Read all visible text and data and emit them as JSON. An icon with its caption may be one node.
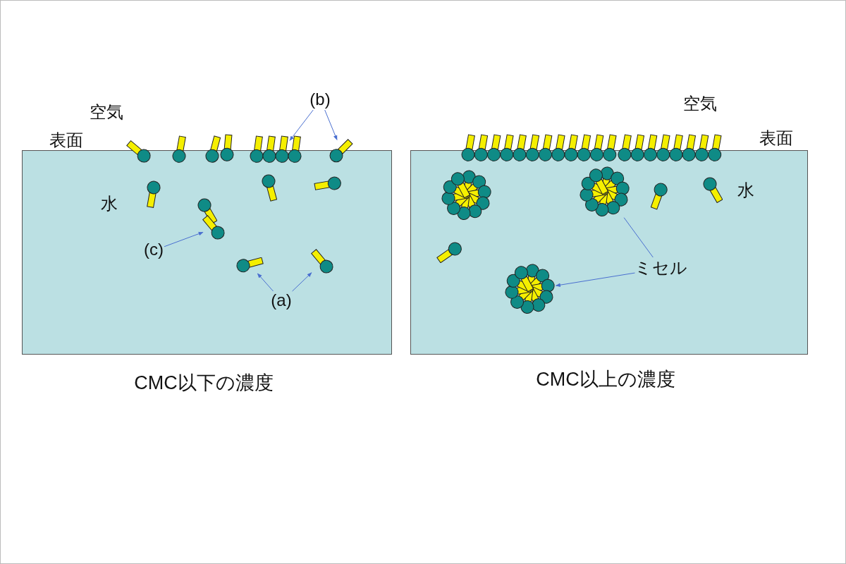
{
  "diagram": {
    "nodes": [
      {
        "text": [
          "水"
        ],
        "beside": [
          "CMC以下の濃度"
        ]
      },
      {
        "text": [
          "(b)"
        ]
      },
      {
        "text": [],
        "shape": "picture"
      },
      {
        "text": [],
        "shape": "picture"
      },
      {
        "text": [],
        "shape": "picture"
      },
      {
        "text": [],
        "shape": "picture"
      },
      {
        "text": [],
        "shape": "picture"
      },
      {
        "text": [],
        "shape": "picture"
      },
      {
        "text": [],
        "shape": "picture"
      },
      {
        "text": [],
        "shape": "picture"
      },
      {
        "text": [],
        "shape": "picture"
      },
      {
        "text": [
          "(c)"
        ],
        "in": 0
      },
      {
        "text": [
          "(a)"
        ],
        "in": 0
      },
      {
        "text": [],
        "shape": "picture",
        "in": 0
      },
      {
        "text": [],
        "shape": "picture",
        "in": 0
      },
      {
        "text": [],
        "shape": "picture",
        "in": 0
      },
      {
        "text": [],
        "shape": "picture",
        "in": 0
      },
      {
        "text": [],
        "shape": "picture",
        "in": 0
      },
      {
        "text": [],
        "shape": "picture",
        "in": 0
      },
      {
        "text": [],
        "shape": "picture",
        "in": 0
      },
      {
        "text": [
          "水"
        ],
        "beside": [
          "CMC以上の濃度"
        ]
      },
      {
        "text": [],
        "shape": "picture"
      },
      {
        "text": [
          "ミセル"
        ],
        "in": 20
      },
      {
        "text": [],
        "shape": "picture",
        "in": 20
      },
      {
        "text": [],
        "shape": "picture",
        "in": 20
      },
      {
        "text": [],
        "shape": "picture",
        "in": 20
      },
      {
        "text": [],
        "shape": "picture",
        "in": 20
      },
      {
        "text": [],
        "shape": "picture",
        "in": 20
      },
      {
        "text": [],
        "shape": "picture",
        "in": 20
      }
    ],
    "edges": [
      {
        "from": 1,
        "to": 8,
        "arrow": "to"
      },
      {
        "from": 1,
        "to": 10,
        "arrow": "to"
      },
      {
        "from": 11,
        "to": 15,
        "arrow": "to"
      },
      {
        "from": 12,
        "to": 16,
        "arrow": "to"
      },
      {
        "from": 12,
        "to": 18,
        "arrow": "to"
      },
      {
        "from": 22,
        "to": 26,
        "arrow": "none"
      },
      {
        "from": 22,
        "to": 25,
        "arrow": "to"
      }
    ],
    "labels": [
      "空気",
      "表面",
      "空気",
      "表面"
    ]
  }
}
